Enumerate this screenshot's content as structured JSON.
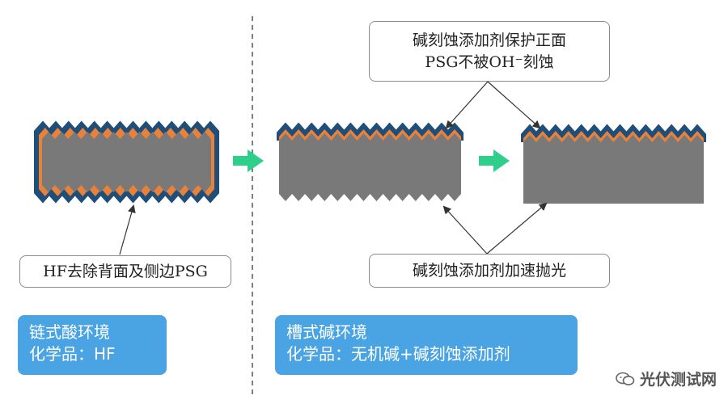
{
  "colors": {
    "wafer": "#797979",
    "psg_layer": "#e8813a",
    "texture_edge": "#1f4e79",
    "arrow_green": "#2ecf8a",
    "divider": "#555555",
    "env_box": "#4aa3e3"
  },
  "notes": {
    "hf_removal": "HF去除背面及侧边PSG",
    "protect_top_line1": "碱刻蚀添加剂保护正面",
    "protect_top_line2": "PSG不被OH⁻刻蚀",
    "polish": "碱刻蚀添加剂加速抛光"
  },
  "env_left": {
    "line1": "链式酸环境",
    "line2": "化学品：HF"
  },
  "env_right": {
    "line1": "槽式碱环境",
    "line2": "化学品：无机碱+碱刻蚀添加剂"
  },
  "watermark": {
    "text": "光伏测试网",
    "icon": "wechat-icon"
  }
}
